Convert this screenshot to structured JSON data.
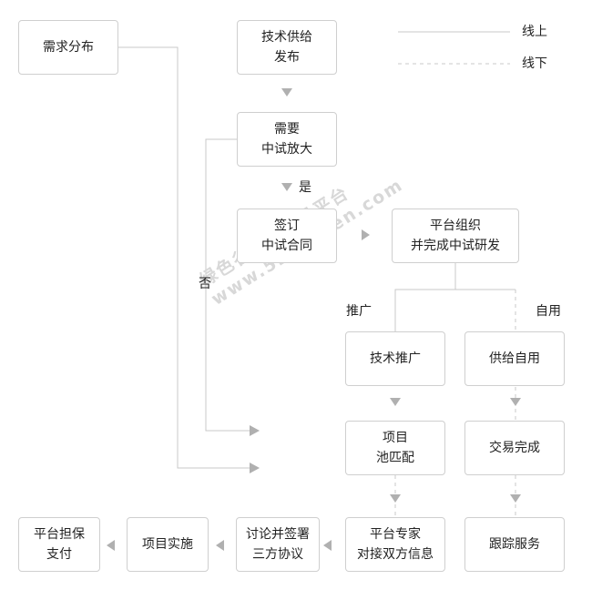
{
  "nodes": {
    "demand": "需求分布",
    "tech_supply": "技术供给\n发布",
    "need_pilot": "需要\n中试放大",
    "sign_contract": "签订\n中试合同",
    "platform_org": "平台组织\n并完成中试研发",
    "tech_promo": "技术推广",
    "self_use": "供给自用",
    "project_pool": "项目\n池匹配",
    "trade_done": "交易完成",
    "expert": "平台专家\n对接双方信息",
    "tracking": "跟踪服务",
    "discuss": "讨论并签署\n三方协议",
    "implement": "项目实施",
    "guarantee": "平台担保\n支付"
  },
  "labels": {
    "yes": "是",
    "no": "否",
    "promo": "推广",
    "self": "自用"
  },
  "legend": {
    "online": "线上",
    "offline": "线下"
  },
  "watermark": {
    "line1": "绿色谷技术交易平台",
    "line2": "www.520green.com"
  },
  "colors": {
    "border": "#cfcfcf",
    "line": "#c8c8c8",
    "arrow": "#b0b0b0",
    "watermark": "#d8d8d8"
  }
}
